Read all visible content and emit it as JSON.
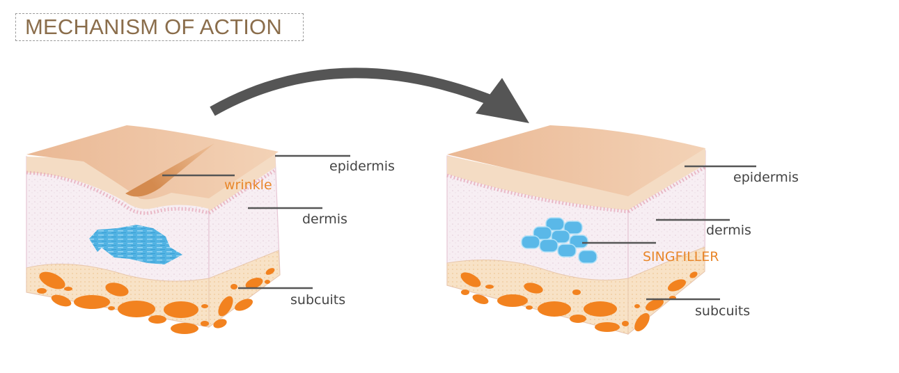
{
  "title": "MECHANISM OF ACTION",
  "before": {
    "labels": {
      "epidermis": "epidermis",
      "wrinkle": "wrinkle",
      "dermis": "dermis",
      "subcuits": "subcuits"
    }
  },
  "after": {
    "labels": {
      "epidermis": "epidermis",
      "dermis": "dermis",
      "filler": "SINGFILLER",
      "subcuits": "subcuits"
    }
  },
  "colors": {
    "title": "#8a6d4b",
    "label": "#444444",
    "accent_label": "#e8862a",
    "arrow": "#555555",
    "skin_top": "#efc4a0",
    "fat": "#f2821f",
    "filler": "#5ab8e8"
  }
}
